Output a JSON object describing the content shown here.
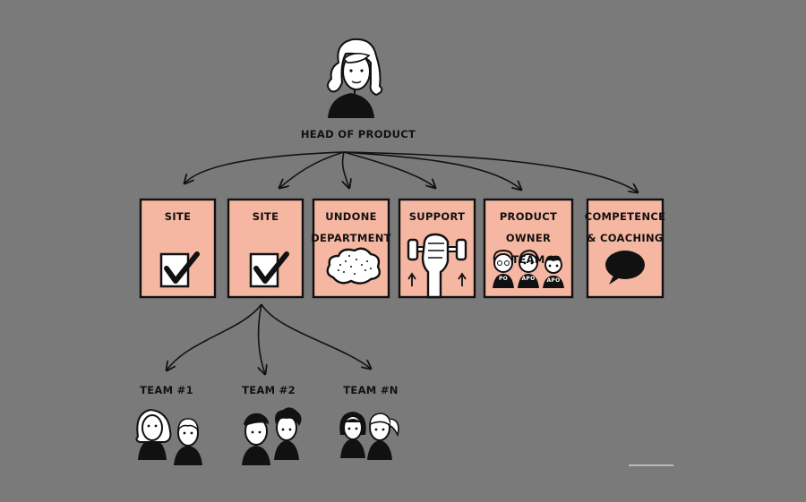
{
  "colors": {
    "background": "#7a7a7a",
    "box_fill": "#f6b7a2",
    "ink": "#111111"
  },
  "head": {
    "label": "HEAD OF PRODUCT",
    "icon": "woman-avatar-icon"
  },
  "departments": [
    {
      "label": "SITE",
      "icon": "checkbox-icon"
    },
    {
      "label": "SITE",
      "icon": "checkbox-icon"
    },
    {
      "label": "UNDONE\nDEPARTMENT",
      "icon": "cloud-icon"
    },
    {
      "label": "SUPPORT",
      "icon": "dumbbell-fist-icon"
    },
    {
      "label": "PRODUCT OWNER\nTEAM",
      "icon": "product-owners-icon",
      "badges": [
        "PO",
        "APO",
        "APO"
      ]
    },
    {
      "label": "COMPETENCE\n& COACHING",
      "icon": "speech-bubble-icon"
    }
  ],
  "teams": [
    {
      "label": "TEAM #1",
      "icon": "two-people-icon"
    },
    {
      "label": "TEAM #2",
      "icon": "two-people-icon"
    },
    {
      "label": "TEAM #N",
      "icon": "two-people-icon"
    }
  ]
}
